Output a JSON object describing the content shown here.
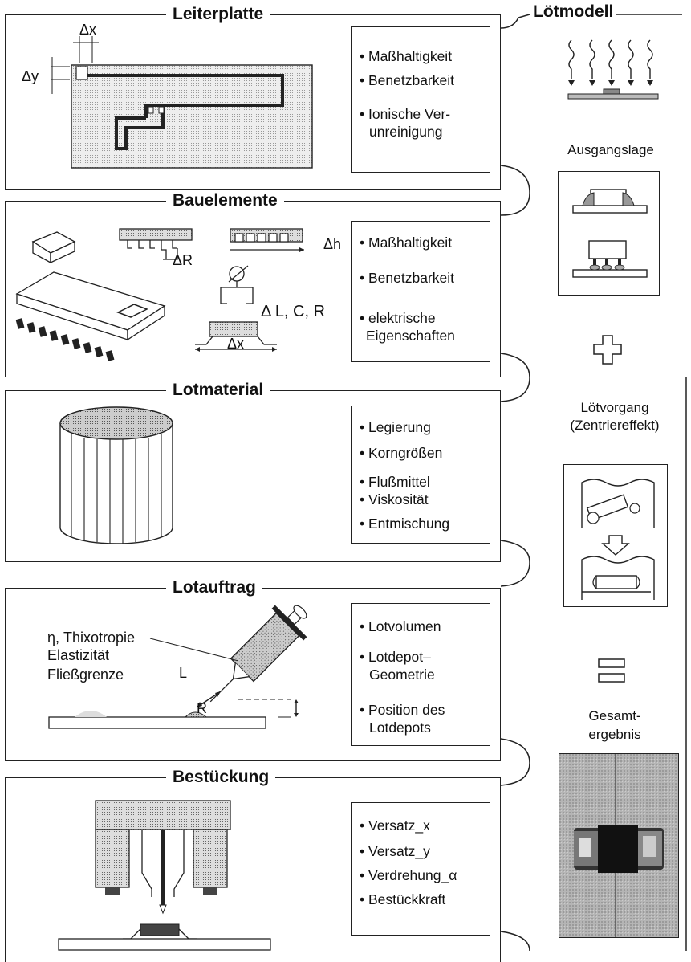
{
  "side": {
    "title": "Lötmodell",
    "ausgangslage": "Ausgangslage",
    "loetvorgang_1": "Lötvorgang",
    "loetvorgang_2": "(Zentriereffekt)",
    "gesamt_1": "Gesamt-",
    "gesamt_2": "ergebnis"
  },
  "panels": {
    "leiterplatte": {
      "title": "Leiterplatte",
      "props": [
        "• Maßhaltigkeit",
        "• Benetzbarkeit",
        "• Ionische Ver-",
        "unreinigung"
      ],
      "dx": "Δx",
      "dy": "Δy"
    },
    "bauelemente": {
      "title": "Bauelemente",
      "props": [
        "• Maßhaltigkeit",
        "• Benetzbarkeit",
        "• elektrische",
        "Eigenschaften"
      ],
      "dh": "Δh",
      "dr": "ΔR",
      "dlcr": "Δ L, C, R",
      "dx": "Δx"
    },
    "lotmaterial": {
      "title": "Lotmaterial",
      "props": [
        "• Legierung",
        "• Korngrößen",
        "• Flußmittel",
        "• Viskosität",
        "• Entmischung"
      ]
    },
    "lotauftrag": {
      "title": "Lotauftrag",
      "props": [
        "• Lotvolumen",
        "• Lotdepot–",
        "Geometrie",
        "• Position des",
        "Lotdepots"
      ],
      "ann1": "η, Thixotropie",
      "ann2": "Elastizität",
      "ann3": "Fließgrenze",
      "l": "L",
      "r": "R"
    },
    "bestueckung": {
      "title": "Bestückung",
      "props": [
        "• Versatz_x",
        "• Versatz_y",
        "• Verdrehung_α",
        "• Bestückkraft"
      ]
    }
  }
}
